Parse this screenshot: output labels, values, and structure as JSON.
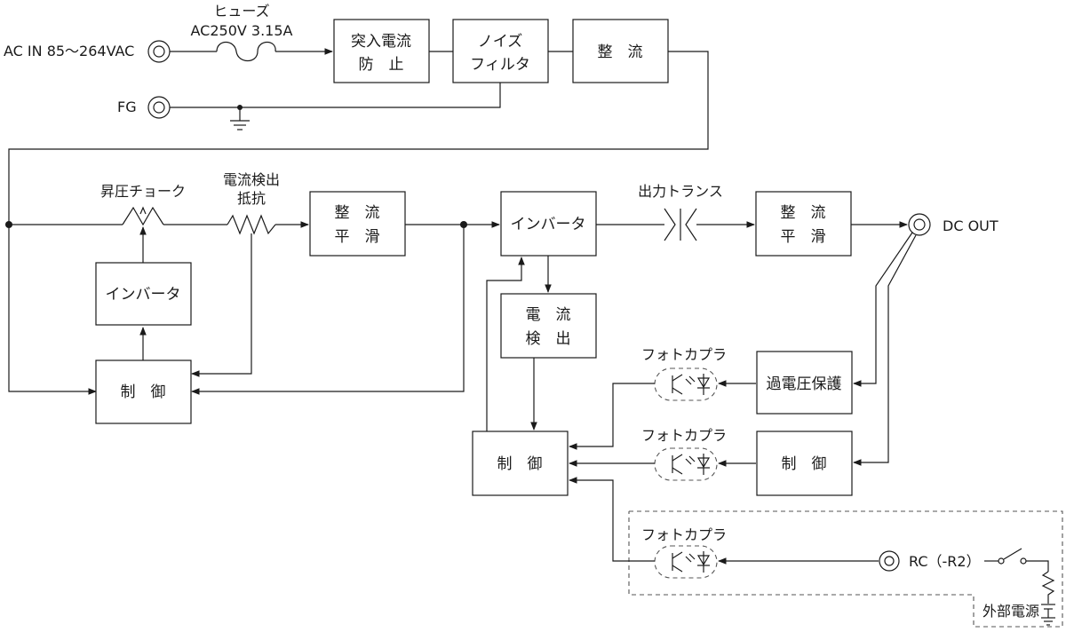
{
  "inputs": {
    "ac_in": "AC IN 85～264VAC",
    "fg": "FG"
  },
  "fuse": {
    "name": "ヒューズ",
    "rating": "AC250V 3.15A"
  },
  "blocks": {
    "inrush": [
      "突入電流",
      "防　止"
    ],
    "noise_filter": [
      "ノイズ",
      "フィルタ"
    ],
    "rectifier1": "整　流",
    "inverter_aux": "インバータ",
    "control_left": "制　御",
    "rect_smooth1": [
      "整　流",
      "平　滑"
    ],
    "inverter_main": "インバータ",
    "current_detect": [
      "電　流",
      "検　出"
    ],
    "control_center": "制　御",
    "rect_smooth2": [
      "整　流",
      "平　滑"
    ],
    "ovp": "過電圧保護",
    "control_right": "制　御"
  },
  "labels": {
    "boost_choke": "昇圧チョーク",
    "sense_resistor": [
      "電流検出",
      "抵抗"
    ],
    "output_transformer": "出力トランス",
    "photocoupler_1": "フォトカプラ",
    "photocoupler_2": "フォトカプラ",
    "photocoupler_3": "フォトカプラ",
    "dc_out": "DC OUT",
    "rc": "RC（-R2）",
    "external_power": "外部電源"
  }
}
